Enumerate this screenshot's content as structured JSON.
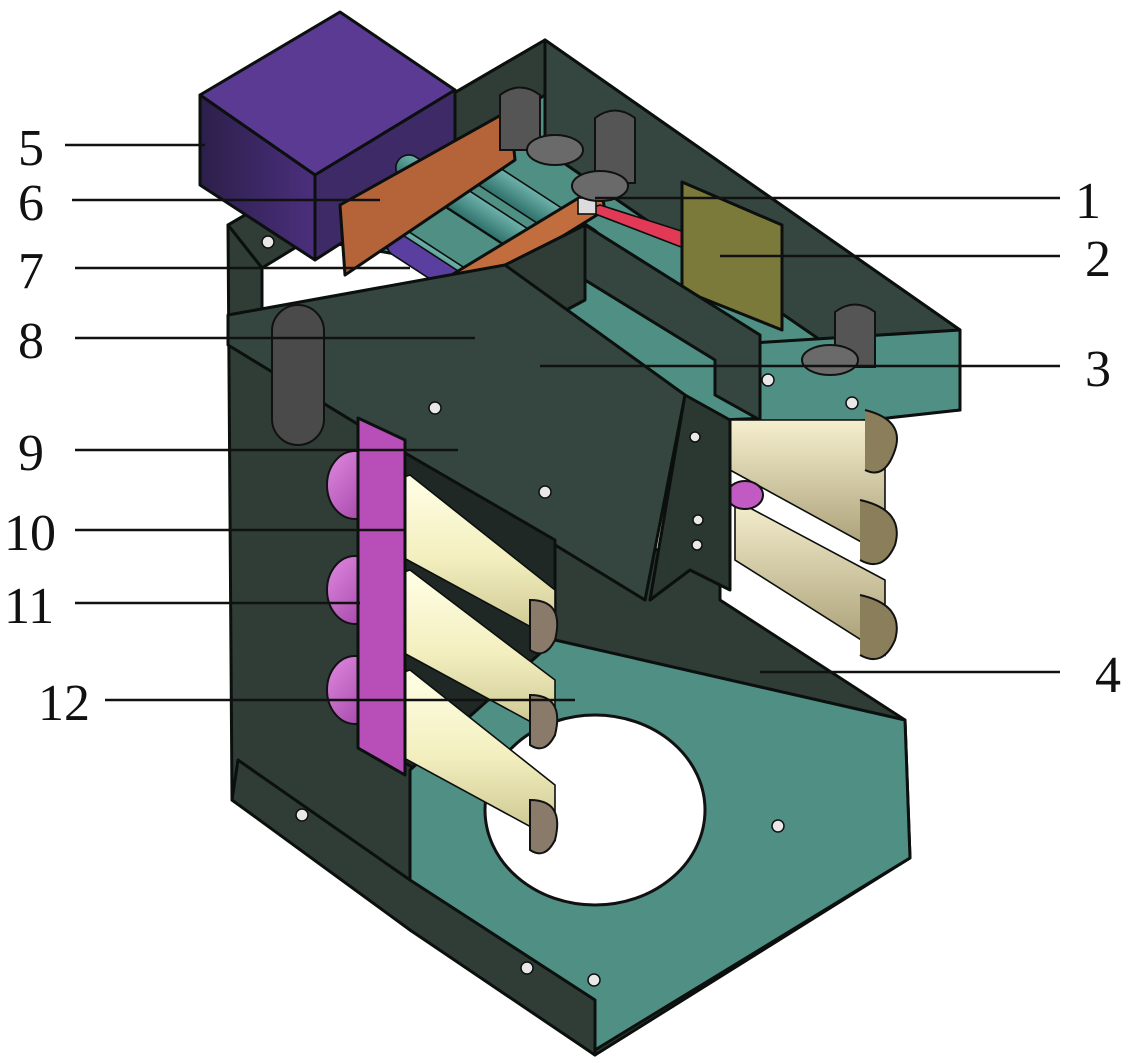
{
  "colors": {
    "plate_dark": "#2f3d36",
    "plate_mid": "#3f524a",
    "plate_teal": "#4f8f84",
    "motor": "#4b2f7d",
    "orange_plate": "#b5643a",
    "roller_teal": "#3d8c86",
    "red_link": "#e23a56",
    "blue_pad": "#4f88c8",
    "olive_bracket": "#7b7a3a",
    "roller_cream": "#f3efbf",
    "roller_magenta": "#c25ac4",
    "roller_khaki": "#d8cfa6",
    "bracket_grey": "#5a5a5a",
    "label_text": "#111111"
  },
  "labels": {
    "l1": "1",
    "l2": "2",
    "l3": "3",
    "l4": "4",
    "l5": "5",
    "l6": "6",
    "l7": "7",
    "l8": "8",
    "l9": "9",
    "l10": "10",
    "l11": "11",
    "l12": "12"
  }
}
